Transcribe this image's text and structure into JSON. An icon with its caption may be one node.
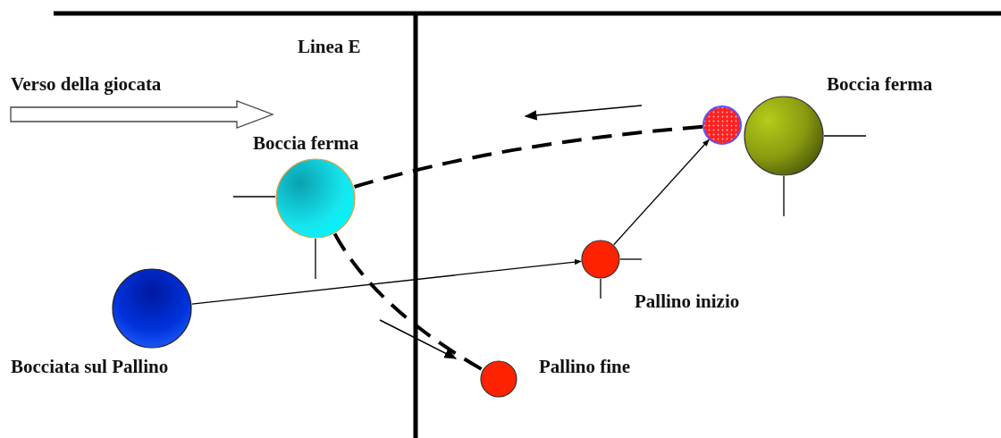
{
  "diagram": {
    "nodes": [
      {
        "text": [
          "Boccia ferma"
        ]
      },
      {
        "text": [],
        "shape": "circle"
      },
      {
        "text": [
          "Boccia ferma"
        ]
      },
      {
        "text": [
          "Pallino inizio"
        ]
      },
      {
        "text": [
          "Bocciata sul Pallino"
        ]
      },
      {
        "text": [
          "Pallino fine"
        ]
      }
    ],
    "edges": [
      {
        "from": 4,
        "to": 3,
        "arrow": "to"
      },
      {
        "from": 3,
        "to": 1,
        "arrow": "to"
      },
      {
        "from": 1,
        "to": 2,
        "arrow": "none",
        "style": "dashed"
      },
      {
        "from": 2,
        "to": 5,
        "arrow": "none",
        "style": "dashed"
      }
    ],
    "labels": [
      "Linea E",
      "Verso della giocata"
    ]
  }
}
